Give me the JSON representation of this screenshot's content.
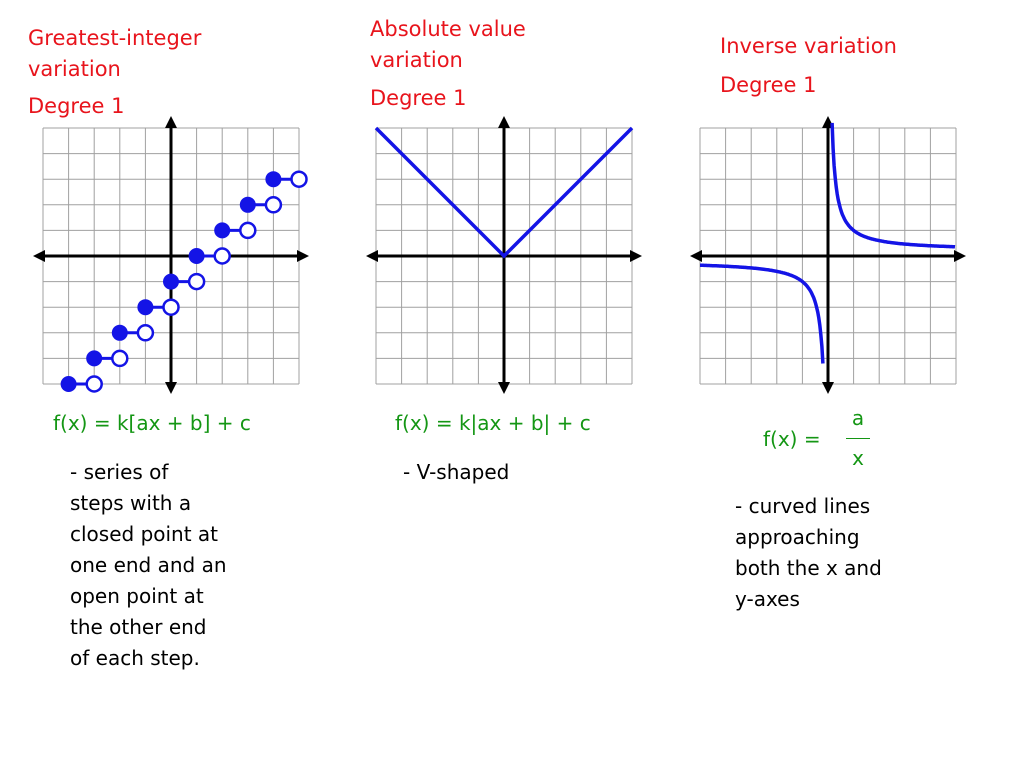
{
  "panels": [
    {
      "title_line1": "Greatest-integer",
      "title_line2": "variation",
      "degree": "Degree 1",
      "formula": "f(x) = k[ax + b] + c",
      "description": [
        "- series of",
        "steps with a",
        "closed point at",
        "one end and an",
        "open point at",
        "the other end",
        "of each step."
      ]
    },
    {
      "title_line1": "Absolute value",
      "title_line2": "variation",
      "degree": "Degree 1",
      "formula": "f(x) = k|ax + b| + c",
      "description": [
        "- V-shaped"
      ]
    },
    {
      "title_line1": "Inverse variation",
      "title_line2": "",
      "degree": "Degree 1",
      "formula_lhs": "f(x) =",
      "formula_num": "a",
      "formula_den": "x",
      "description": [
        "- curved lines",
        "approaching",
        "both the x and",
        "y-axes"
      ]
    }
  ],
  "colors": {
    "title": "#e8141c",
    "formula": "#149614",
    "curve": "#1414e6",
    "grid": "#a0a0a0",
    "axis": "#000000"
  },
  "graphs": {
    "grid_cells": 10,
    "x_range": [
      -5,
      5
    ],
    "y_range": [
      -5,
      5
    ],
    "step_closed_points": [
      [
        -4,
        -5
      ],
      [
        -3,
        -4
      ],
      [
        -2,
        -3
      ],
      [
        -1,
        -2
      ],
      [
        0,
        -1
      ],
      [
        1,
        0
      ],
      [
        2,
        1
      ],
      [
        3,
        2
      ],
      [
        4,
        3
      ]
    ],
    "step_open_points": [
      [
        -3,
        -5
      ],
      [
        -2,
        -4
      ],
      [
        -1,
        -3
      ],
      [
        0,
        -2
      ],
      [
        1,
        -1
      ],
      [
        2,
        0
      ],
      [
        3,
        1
      ],
      [
        4,
        2
      ],
      [
        5,
        3
      ]
    ]
  }
}
